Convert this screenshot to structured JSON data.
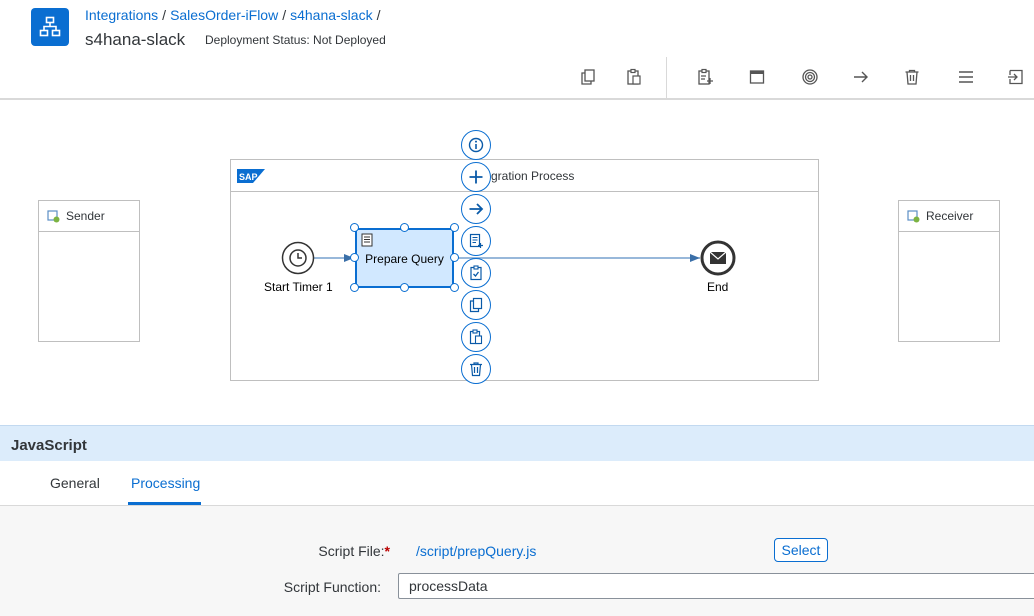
{
  "header": {
    "breadcrumb": [
      "Integrations",
      "SalesOrder-iFlow",
      "s4hana-slack"
    ],
    "breadcrumb_separator": "/",
    "title": "s4hana-slack",
    "deployment_status": "Deployment Status: Not Deployed"
  },
  "toolbar": {
    "icons": [
      "copy-icon",
      "paste-icon",
      "add-clipboard-icon",
      "window-icon",
      "target-icon",
      "arrow-right-icon",
      "delete-icon",
      "menu-icon",
      "exit-icon"
    ]
  },
  "canvas": {
    "sender_label": "Sender",
    "receiver_label": "Receiver",
    "pool_title": "gration Process",
    "sap_logo": "SAP",
    "start_label": "Start Timer 1",
    "task_label": "Prepare Query",
    "end_label": "End",
    "context_buttons": [
      "info-icon",
      "add-icon",
      "connect-arrow-icon",
      "list-icon",
      "clipboard-check-icon",
      "copy-icon",
      "paste-icon",
      "delete-icon"
    ]
  },
  "panel": {
    "title": "JavaScript",
    "tabs": [
      "General",
      "Processing"
    ],
    "active_tab": "Processing",
    "script_file_label": "Script File:",
    "required_marker": "*",
    "script_file_value": "/script/prepQuery.js",
    "select_label": "Select",
    "script_function_label": "Script Function:",
    "script_function_value": "processData"
  },
  "colors": {
    "accent": "#0a6ed1",
    "task_fill": "#d1e8ff",
    "panel_header": "#dcecfb",
    "required": "#bb0000"
  }
}
